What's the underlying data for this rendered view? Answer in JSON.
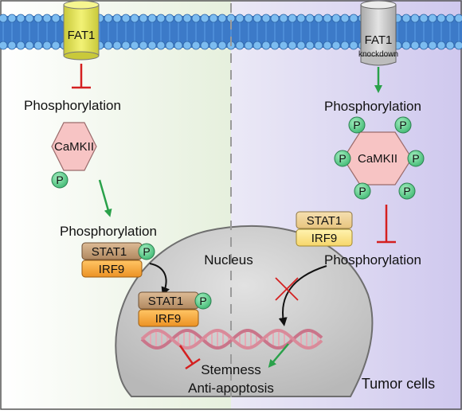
{
  "colors": {
    "left_bg": "#eaf3e2",
    "right_bg": "#e3e0f4",
    "membrane": "#4f93d8",
    "membrane_bead": "#6fb0ea",
    "receptor_left": "#e6e65a",
    "receptor_right": "#c8c8c8",
    "camkii": "#f7c4c4",
    "phospho": "#6fd39a",
    "stat1": "#c9a27a",
    "irf9": "#f4a640",
    "nucleus": "#cfcfcf",
    "dna": "#d98b9a",
    "arrow_green": "#2aa14a",
    "inhibit_red": "#d42020"
  },
  "left": {
    "receptor": "FAT1",
    "phosphorylation_top": "Phosphorylation",
    "kinase": "CaMKII",
    "p": "P",
    "phosphorylation_mid": "Phosphorylation",
    "stat1": "STAT1",
    "irf9": "IRF9",
    "outcome_1": "Stemness",
    "outcome_2": "Anti-apoptosis"
  },
  "right": {
    "receptor": "FAT1",
    "receptor_sub": "knockdown",
    "phosphorylation_top": "Phosphorylation",
    "kinase": "CaMKII",
    "p": "P",
    "stat1": "STAT1",
    "irf9": "IRF9",
    "phosphorylation_bottom": "Phosphorylation",
    "cell_label": "Tumor cells"
  },
  "nucleus": {
    "label": "Nucleus"
  }
}
